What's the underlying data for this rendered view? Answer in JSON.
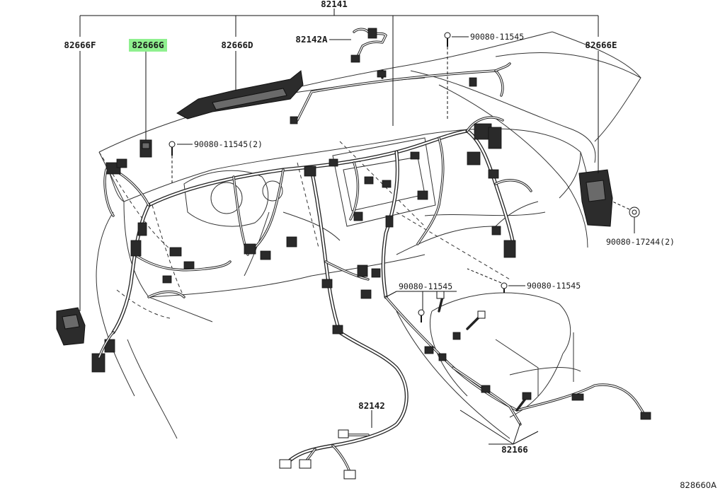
{
  "diagram": {
    "labels": {
      "main_harness": "82141",
      "part_f": "82666F",
      "part_g": "82666G",
      "part_d": "82666D",
      "part_a": "82142A",
      "part_e": "82666E",
      "bolt_top": "90080-11545",
      "bolt_left": "90080-11545(2)",
      "clip_right": "90080-17244(2)",
      "bolt_mid": "90080-11545",
      "bolt_right": "90080-11545",
      "floor_harness": "82142",
      "console_harness": "82166",
      "figure_id": "828660A"
    },
    "highlight_color": "#8ff08f"
  }
}
